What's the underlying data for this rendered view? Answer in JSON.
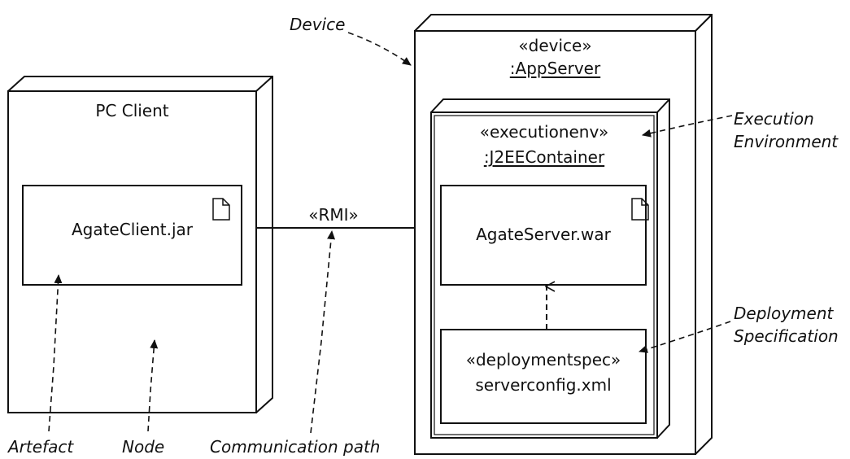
{
  "nodes": {
    "pc_client": {
      "title": "PC Client",
      "artifact": "AgateClient.jar"
    },
    "app_server": {
      "stereotype": "«device»",
      "name": ":AppServer",
      "execution_env": {
        "stereotype": "«executionenv»",
        "name": ":J2EEContainer",
        "artifact": "AgateServer.war",
        "deployment_spec": {
          "stereotype": "«deploymentspec»",
          "name": "serverconfig.xml"
        }
      }
    }
  },
  "communication_path": {
    "stereotype": "«RMI»"
  },
  "annotations": {
    "device": "Device",
    "execution_environment_line1": "Execution",
    "execution_environment_line2": "Environment",
    "deployment_specification_line1": "Deployment",
    "deployment_specification_line2": "Specification",
    "artefact": "Artefact",
    "node": "Node",
    "communication_path": "Communication path"
  },
  "icons": {
    "artifact_icon": "document-icon"
  },
  "colors": {
    "ink": "#111111",
    "background": "#ffffff"
  }
}
